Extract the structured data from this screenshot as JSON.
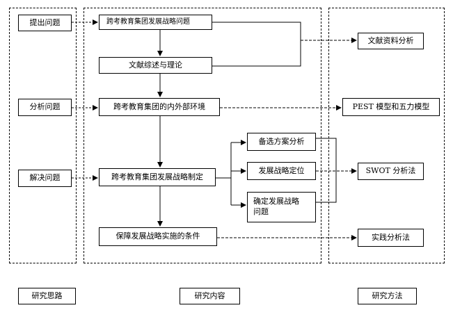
{
  "left_column": {
    "steps": [
      "提出问题",
      "分析问题",
      "解决问题"
    ],
    "footer": "研究思路"
  },
  "middle_column": {
    "boxes": {
      "problem": "跨考教育集团发展战略问题",
      "literature": "文献综述与理论",
      "environment": "跨考教育集团的内外部环境",
      "strategy": "跨考教育集团发展战略制定",
      "conditions": "保障发展战略实施的条件"
    },
    "sub_boxes": {
      "alternatives": "备选方案分析",
      "positioning": "发展战略定位",
      "determine": "确定发展战略问题"
    },
    "footer": "研究内容"
  },
  "right_column": {
    "methods": [
      "文献资料分析",
      "PEST 模型和五力模型",
      "SWOT 分析法",
      "实践分析法"
    ],
    "footer": "研究方法"
  }
}
